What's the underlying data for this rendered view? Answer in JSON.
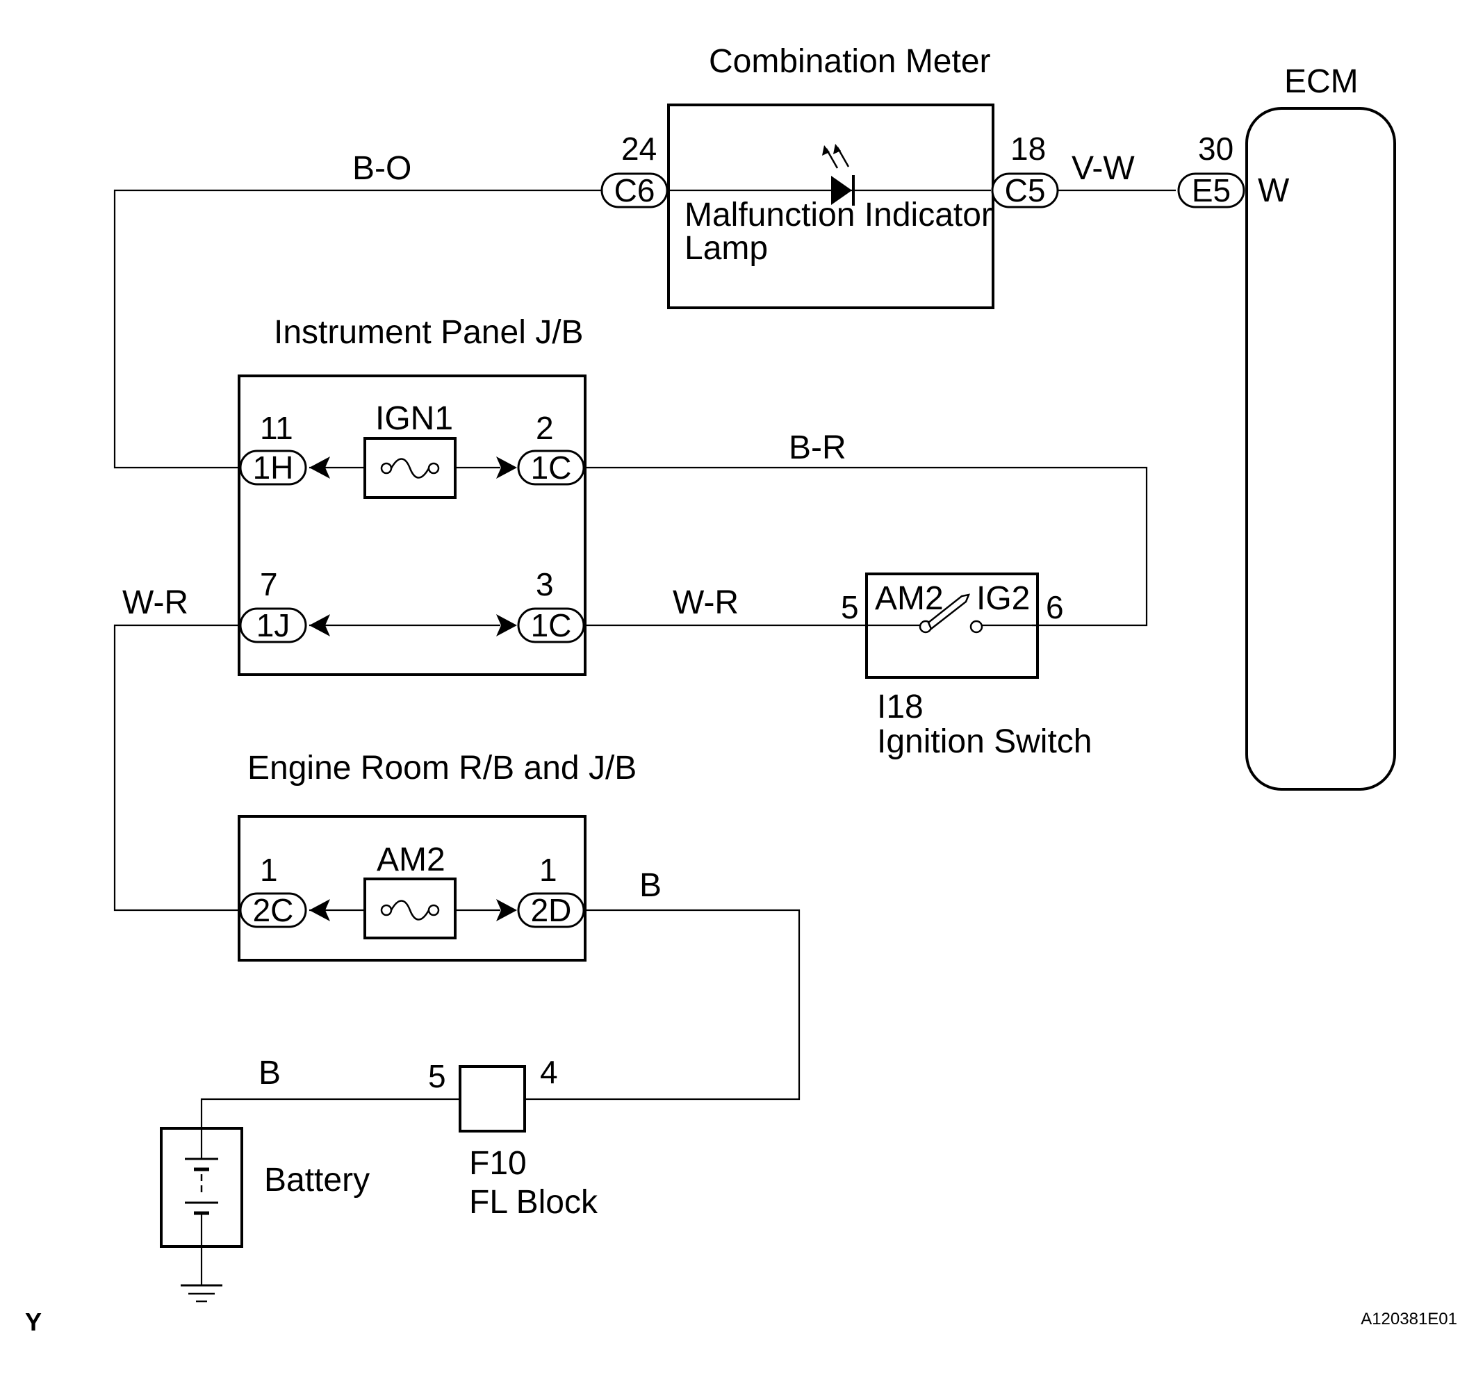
{
  "components": {
    "combination_meter": {
      "title": "Combination Meter",
      "lamp_line1": "Malfunction Indicator",
      "lamp_line2": "Lamp"
    },
    "ecm": {
      "title": "ECM",
      "terminal_label": "W"
    },
    "instrument_panel_jb": {
      "title": "Instrument Panel J/B",
      "fuse": "IGN1"
    },
    "engine_room_rb_jb": {
      "title": "Engine Room R/B and J/B",
      "fuse": "AM2"
    },
    "ignition_switch": {
      "code": "I18",
      "name": "Ignition Switch",
      "contact_left": "AM2",
      "contact_right": "IG2"
    },
    "fl_block": {
      "code": "F10",
      "name": "FL Block"
    },
    "battery": {
      "label": "Battery"
    }
  },
  "connectors": {
    "c6": {
      "id": "C6",
      "pin": "24"
    },
    "c5": {
      "id": "C5",
      "pin": "18"
    },
    "e5": {
      "id": "E5",
      "pin": "30"
    },
    "ip_1h": {
      "id": "1H",
      "pin": "11"
    },
    "ip_1c_top": {
      "id": "1C",
      "pin": "2"
    },
    "ip_1j": {
      "id": "1J",
      "pin": "7"
    },
    "ip_1c_bottom": {
      "id": "1C",
      "pin": "3"
    },
    "er_2c": {
      "id": "2C",
      "pin": "1"
    },
    "er_2d": {
      "id": "2D",
      "pin": "1"
    },
    "sw_pin_left": "5",
    "sw_pin_right": "6",
    "fl_pin_left": "5",
    "fl_pin_right": "4"
  },
  "wires": {
    "b_o": "B-O",
    "v_w": "V-W",
    "b_r": "B-R",
    "w_r_left": "W-R",
    "w_r_mid": "W-R",
    "b_right": "B",
    "b_battery": "B"
  },
  "footer": {
    "left_mark": "Y",
    "figure_code": "A120381E01"
  }
}
